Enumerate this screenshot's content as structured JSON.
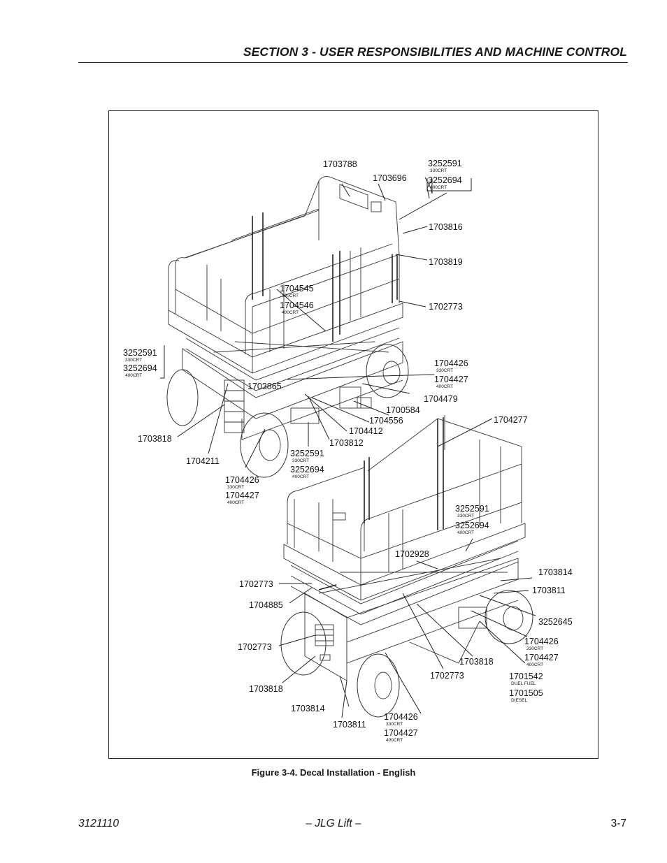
{
  "header": {
    "section_title": "SECTION 3 - USER RESPONSIBILITIES AND MACHINE CONTROL"
  },
  "figure": {
    "caption": "Figure 3-4.  Decal Installation - English",
    "labels": [
      {
        "id": "l01",
        "text": "1703788"
      },
      {
        "id": "l02",
        "text": "1703696"
      },
      {
        "id": "l03",
        "text": "3252591",
        "sub": "330CRT"
      },
      {
        "id": "l04",
        "text": "3252694",
        "sub": "400CRT"
      },
      {
        "id": "l05",
        "text": "1703816"
      },
      {
        "id": "l06",
        "text": "1703819"
      },
      {
        "id": "l07",
        "text": "1704545",
        "sub": "330CRT"
      },
      {
        "id": "l08",
        "text": "1704546",
        "sub": "400CRT"
      },
      {
        "id": "l09",
        "text": "1702773"
      },
      {
        "id": "l10",
        "text": "3252591",
        "sub": "330CRT"
      },
      {
        "id": "l11",
        "text": "3252694",
        "sub": "400CRT"
      },
      {
        "id": "l12",
        "text": "1704426",
        "sub": "330CRT"
      },
      {
        "id": "l13",
        "text": "1704427",
        "sub": "400CRT"
      },
      {
        "id": "l14",
        "text": "1703865"
      },
      {
        "id": "l15",
        "text": "1704479"
      },
      {
        "id": "l16",
        "text": "1700584"
      },
      {
        "id": "l17",
        "text": "1704556"
      },
      {
        "id": "l18",
        "text": "1704412"
      },
      {
        "id": "l19",
        "text": "1703812"
      },
      {
        "id": "l20",
        "text": "1703818"
      },
      {
        "id": "l21",
        "text": "3252591",
        "sub": "330CRT"
      },
      {
        "id": "l22",
        "text": "3252694",
        "sub": "400CRT"
      },
      {
        "id": "l23",
        "text": "1704211"
      },
      {
        "id": "l24",
        "text": "1704426",
        "sub": "330CRT"
      },
      {
        "id": "l25",
        "text": "1704427",
        "sub": "400CRT"
      },
      {
        "id": "l26",
        "text": "1704277"
      },
      {
        "id": "l27",
        "text": "3252591",
        "sub": "330CRT"
      },
      {
        "id": "l28",
        "text": "3252694",
        "sub": "400CRT"
      },
      {
        "id": "l29",
        "text": "1702928"
      },
      {
        "id": "l30",
        "text": "1703814"
      },
      {
        "id": "l31",
        "text": "1702773"
      },
      {
        "id": "l32",
        "text": "1703811"
      },
      {
        "id": "l33",
        "text": "1704885"
      },
      {
        "id": "l34",
        "text": "3252645"
      },
      {
        "id": "l35",
        "text": "1704426",
        "sub": "330CRT"
      },
      {
        "id": "l36",
        "text": "1704427",
        "sub": "400CRT"
      },
      {
        "id": "l37",
        "text": "1702773"
      },
      {
        "id": "l38",
        "text": "1703818"
      },
      {
        "id": "l39",
        "text": "1702773"
      },
      {
        "id": "l40",
        "text": "1701542",
        "sub": "DUEL FUEL"
      },
      {
        "id": "l41",
        "text": "1701505",
        "sub": "DIESEL"
      },
      {
        "id": "l42",
        "text": "1703818"
      },
      {
        "id": "l43",
        "text": "1703814"
      },
      {
        "id": "l44",
        "text": "1704426",
        "sub": "330CRT"
      },
      {
        "id": "l45",
        "text": "1703811"
      },
      {
        "id": "l46",
        "text": "1704427",
        "sub": "400CRT"
      }
    ]
  },
  "footer": {
    "doc_number": "3121110",
    "publisher": "– JLG Lift –",
    "page_number": "3-7"
  }
}
